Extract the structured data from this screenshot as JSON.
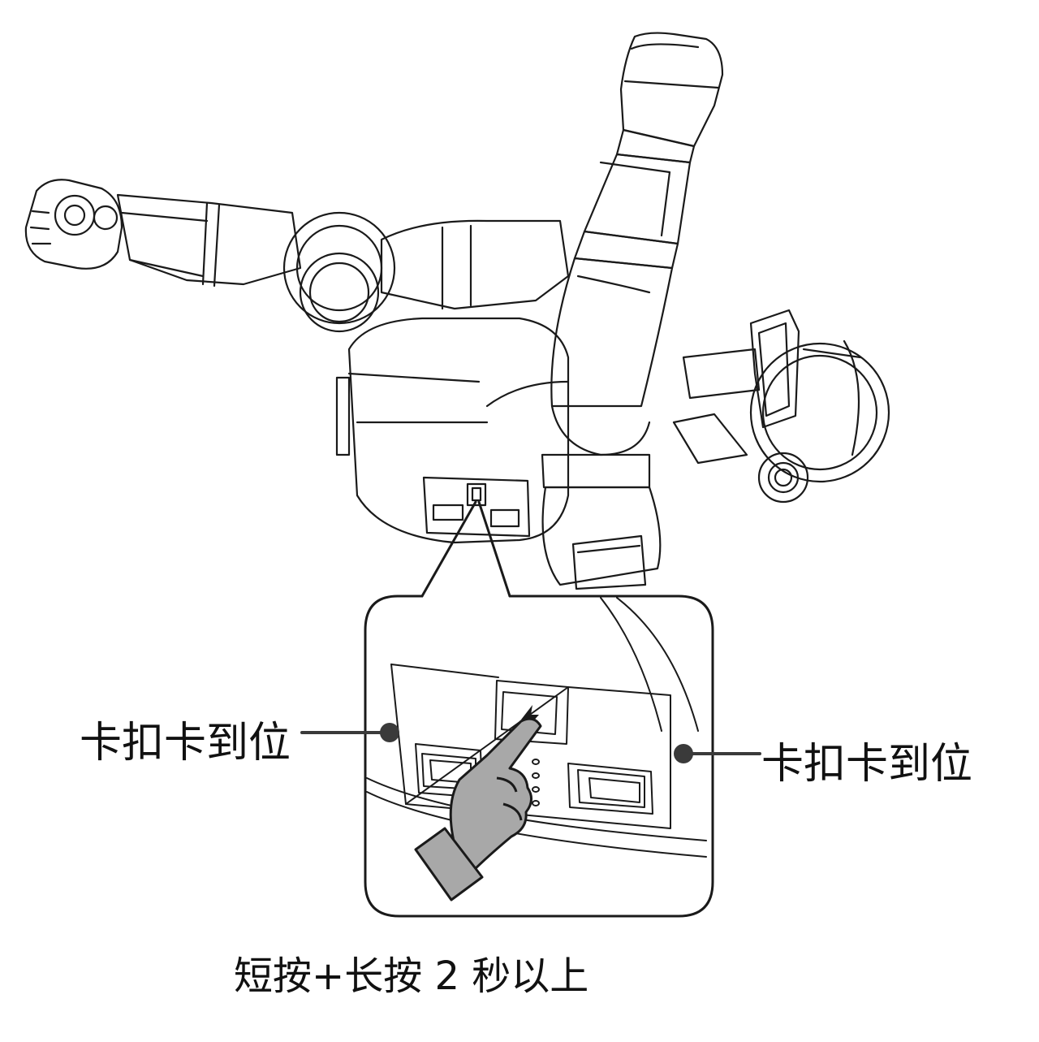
{
  "diagram": {
    "callout_left": "卡扣卡到位",
    "callout_right": "卡扣卡到位",
    "caption": "短按+长按 2 秒以上"
  },
  "colors": {
    "line": "#1a1a1a",
    "leader": "#3a3a3a",
    "finger_fill": "#a8a8a8",
    "background": "#ffffff"
  },
  "icons": {
    "button_symbol": "lightning-icon",
    "pointer": "pointing-hand-icon"
  }
}
